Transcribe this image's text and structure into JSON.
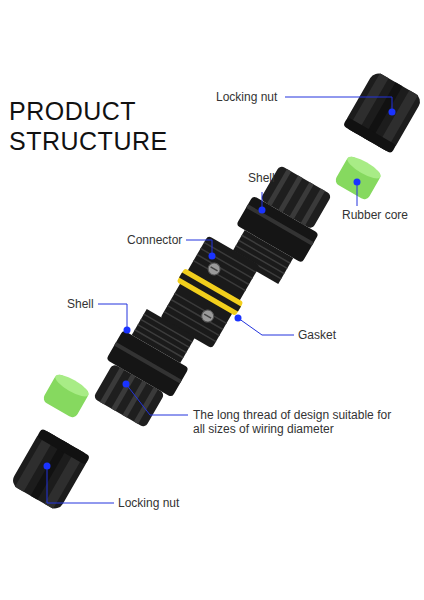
{
  "diagram": {
    "title": "PRODUCT STRUCTURE",
    "labels": [
      "Locking nut",
      "Shell",
      "Rubber core",
      "Connector",
      "Gasket",
      "Shell",
      "The long thread of design suitable for all sizes of wiring diameter",
      "Locking nut"
    ]
  }
}
